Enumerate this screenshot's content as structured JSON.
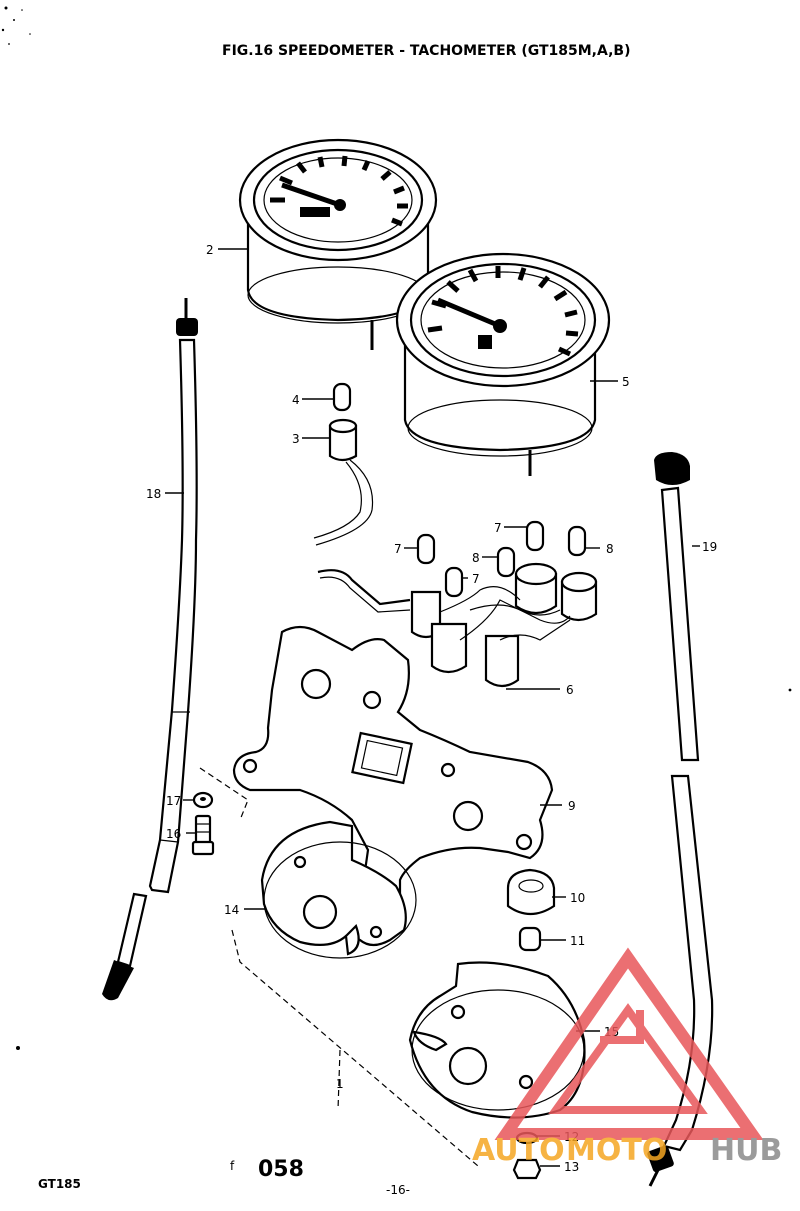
{
  "diagram": {
    "title": "FIG.16  SPEEDOMETER - TACHOMETER  (GT185M,A,B)",
    "footer_model": "GT185",
    "footer_page": "-16-",
    "footer_code": "058",
    "footer_mark": "f",
    "watermark": {
      "text_a": "AUTO",
      "text_b": "MOTO",
      "text_c": "HUB",
      "color_red": "#e8575a",
      "color_orange": "#f5a623",
      "color_grey": "#8a8a8a"
    },
    "callouts": {
      "c1": "1",
      "c2": "2",
      "c3": "3",
      "c4": "4",
      "c5": "5",
      "c6": "6",
      "c7a": "7",
      "c7b": "7",
      "c7c": "7",
      "c8a": "8",
      "c8b": "8",
      "c9": "9",
      "c10": "10",
      "c11": "11",
      "c12": "12",
      "c13": "13",
      "c14": "14",
      "c15": "15",
      "c16": "16",
      "c17": "17",
      "c18": "18",
      "c19": "19"
    }
  }
}
